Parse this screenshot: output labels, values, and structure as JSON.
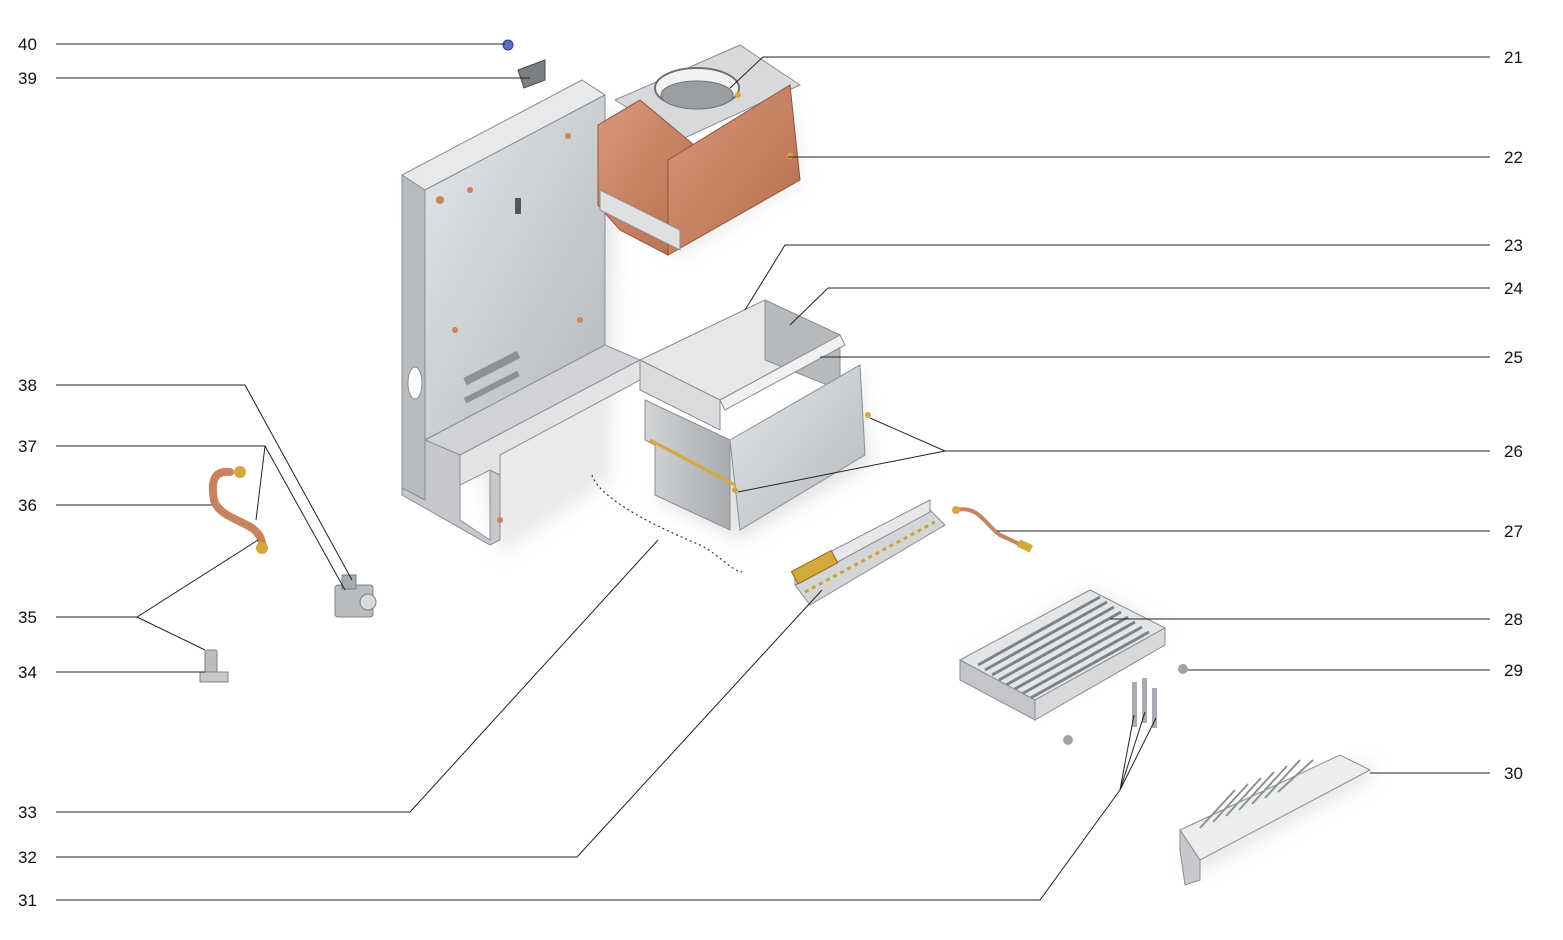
{
  "diagram": {
    "labels_left": [
      "40",
      "39",
      "38",
      "37",
      "36",
      "35",
      "34",
      "33",
      "32",
      "31"
    ],
    "labels_right": [
      "21",
      "22",
      "23",
      "24",
      "25",
      "26",
      "27",
      "28",
      "29",
      "30"
    ]
  },
  "colors": {
    "steel": "#c9cbce",
    "steel_dark": "#9fa2a6",
    "copper": "#c8825e",
    "copper_dark": "#a96445",
    "brass": "#d4a93c",
    "leader": "#222222"
  }
}
